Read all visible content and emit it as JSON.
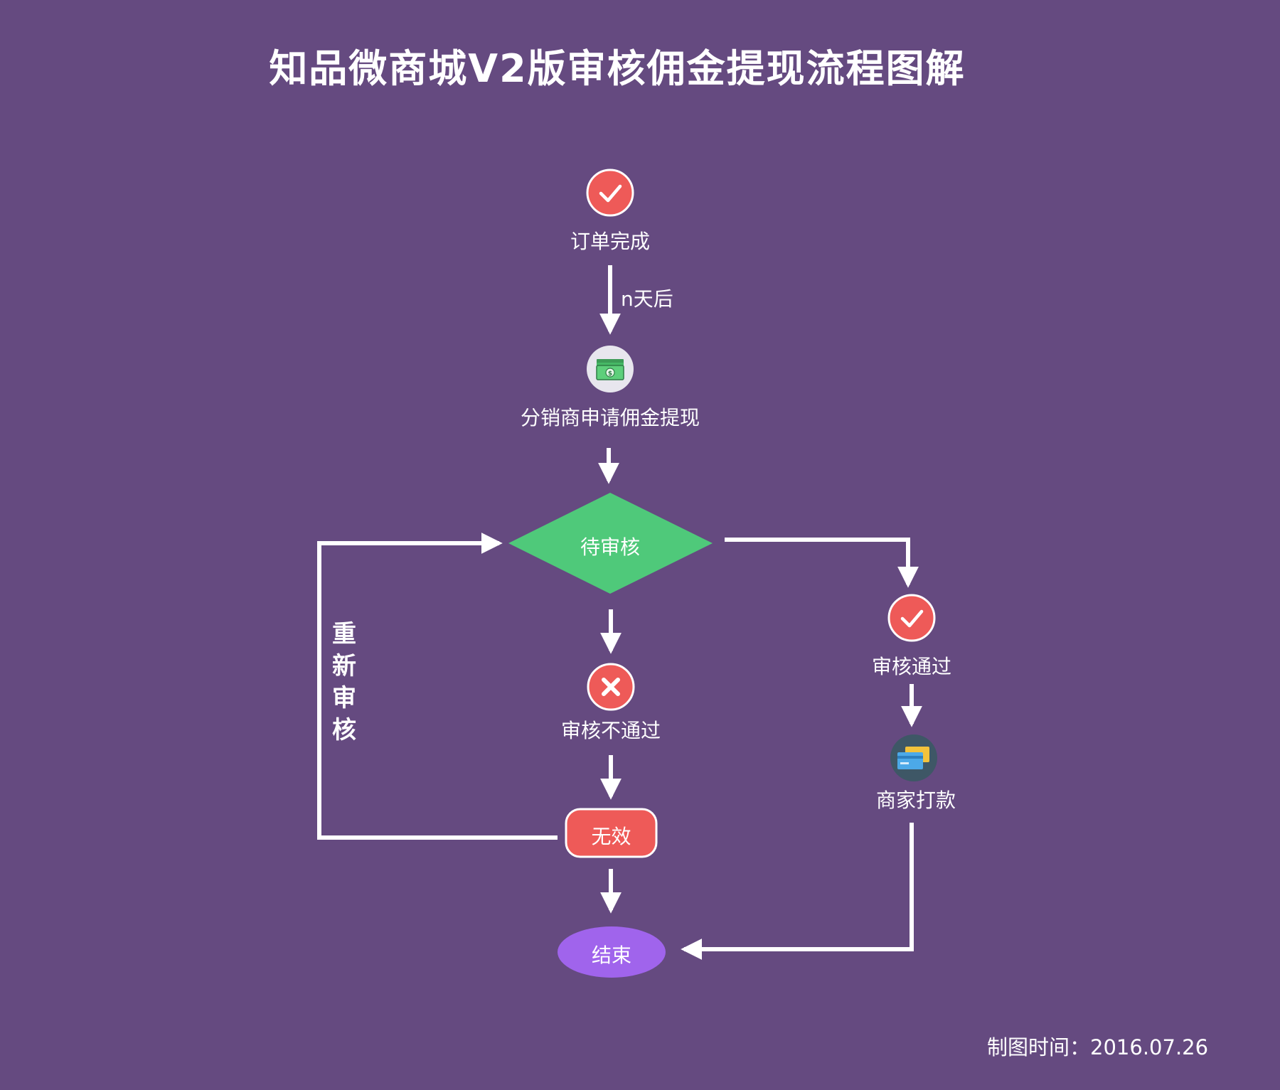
{
  "title": "知品微商城V2版审核佣金提现流程图解",
  "nodes": {
    "order_complete": "订单完成",
    "edge_n_days": "n天后",
    "apply_withdraw": "分销商申请佣金提现",
    "pending_review": "待审核",
    "review_passed": "审核通过",
    "review_failed": "审核不通过",
    "invalid": "无效",
    "merchant_pay": "商家打款",
    "end": "结束"
  },
  "re_review_chars": [
    "重",
    "新",
    "审",
    "核"
  ],
  "footer": {
    "label": "制图时间：",
    "date": "2016.07.26"
  },
  "colors": {
    "background": "#654a80",
    "success_red": "#ee5a58",
    "diamond_green": "#4fc97a",
    "end_purple": "#a064ec",
    "icon_gray": "#e8e6ee",
    "card_circle": "#3e5766",
    "line": "#ffffff"
  },
  "icons": {
    "order_complete": "check-icon",
    "apply_withdraw": "money-icon",
    "review_passed": "check-icon",
    "review_failed": "x-icon",
    "merchant_pay": "credit-card-icon"
  }
}
